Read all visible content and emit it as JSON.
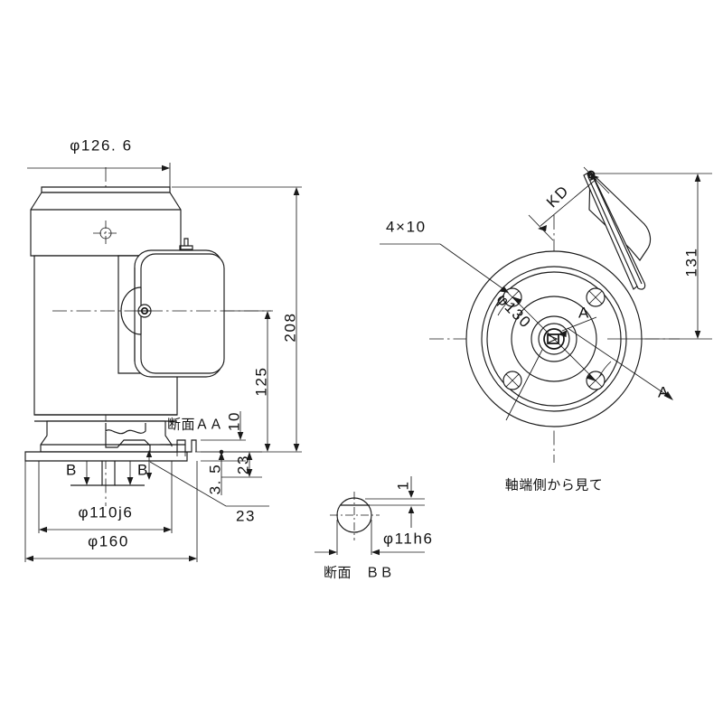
{
  "drawing": {
    "type": "mechanical-engineering-dimension-drawing",
    "subject": "electric-motor-flange-mount",
    "background_color": "#ffffff",
    "line_color": "#1a1a1a"
  },
  "side_view": {
    "name": "side-elevation-view",
    "dimensions": {
      "top_diameter": "φ126. 6",
      "overall_height": "208",
      "shaft_center_height": "125",
      "flange_thickness": "10",
      "step_height": "3. 5",
      "shaft_length": "23",
      "leader_note": "23",
      "pilot_diameter": "φ110j6",
      "flange_diameter": "φ160"
    },
    "section_label": "断面ＡＡ",
    "section_marker_left": "B",
    "section_marker_right": "B"
  },
  "end_view": {
    "name": "shaft-end-view",
    "caption": "軸端側から見て",
    "labels": {
      "bolt_holes": "4×10",
      "bolt_circle": "φ130",
      "terminal_box_height": "131",
      "terminal_box_dim": "KD",
      "section_arrow_top": "A",
      "section_arrow_bottom": "A"
    }
  },
  "section_bb": {
    "name": "section-b-b-detail",
    "caption": "断面　ＢＢ",
    "shaft_diameter": "φ11h6",
    "flat_depth": "1"
  }
}
